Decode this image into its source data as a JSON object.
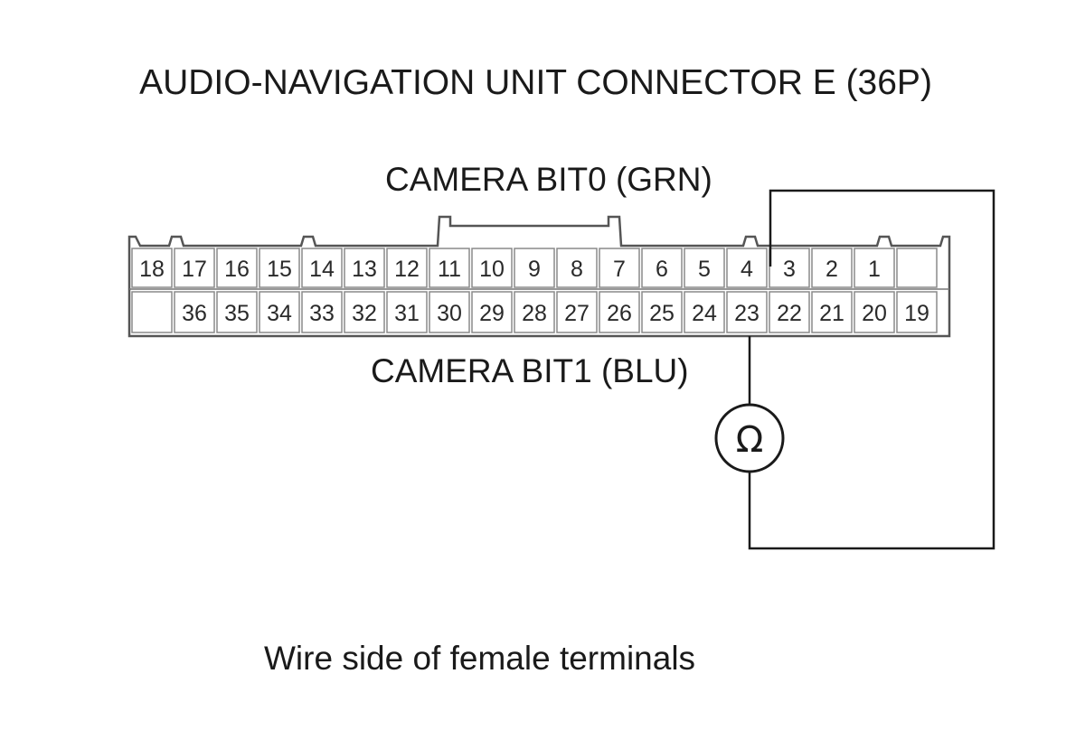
{
  "title": "AUDIO-NAVIGATION UNIT CONNECTOR E (36P)",
  "labels": {
    "camera_bit0": "CAMERA BIT0 (GRN)",
    "camera_bit1": "CAMERA BIT1 (BLU)"
  },
  "caption": "Wire side of female terminals",
  "meter_symbol": "Ω",
  "connector": {
    "top_row": [
      "18",
      "17",
      "16",
      "15",
      "14",
      "13",
      "12",
      "11",
      "10",
      "9",
      "8",
      "7",
      "6",
      "5",
      "4",
      "3",
      "2",
      "1",
      ""
    ],
    "bottom_row": [
      "",
      "36",
      "35",
      "34",
      "33",
      "32",
      "31",
      "30",
      "29",
      "28",
      "27",
      "26",
      "25",
      "24",
      "23",
      "22",
      "21",
      "20",
      "19"
    ]
  },
  "probes": {
    "top_pin": "4",
    "bottom_pin": "23"
  },
  "colors": {
    "line": "#1a1a1a",
    "cell_border": "#8a8a8a",
    "shell": "#555555"
  },
  "icons": {
    "meter": "ohmmeter-icon"
  }
}
